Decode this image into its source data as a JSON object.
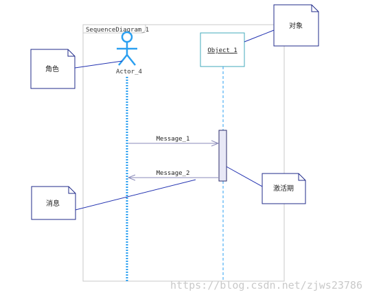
{
  "frame": {
    "title": "SequenceDiagram_1"
  },
  "actor": {
    "name": "Actor_4"
  },
  "object": {
    "name": "Object_1"
  },
  "messages": [
    {
      "label": "Message_1"
    },
    {
      "label": "Message_2"
    }
  ],
  "notes": {
    "object_note": "对象",
    "actor_note": "角色",
    "activation_note": "激活期",
    "message_note": "消息"
  },
  "watermark": "https://blog.csdn.net/zjws23786",
  "colors": {
    "frame": "#c8c8c8",
    "actor": "#2a9ff0",
    "lifeline": "#2a9ff0",
    "object_border": "#42aabb",
    "note_border": "#1f2a8a",
    "connector": "#2030b0",
    "message": "#8a8ab8",
    "activation_fill": "#e8e8f6"
  }
}
